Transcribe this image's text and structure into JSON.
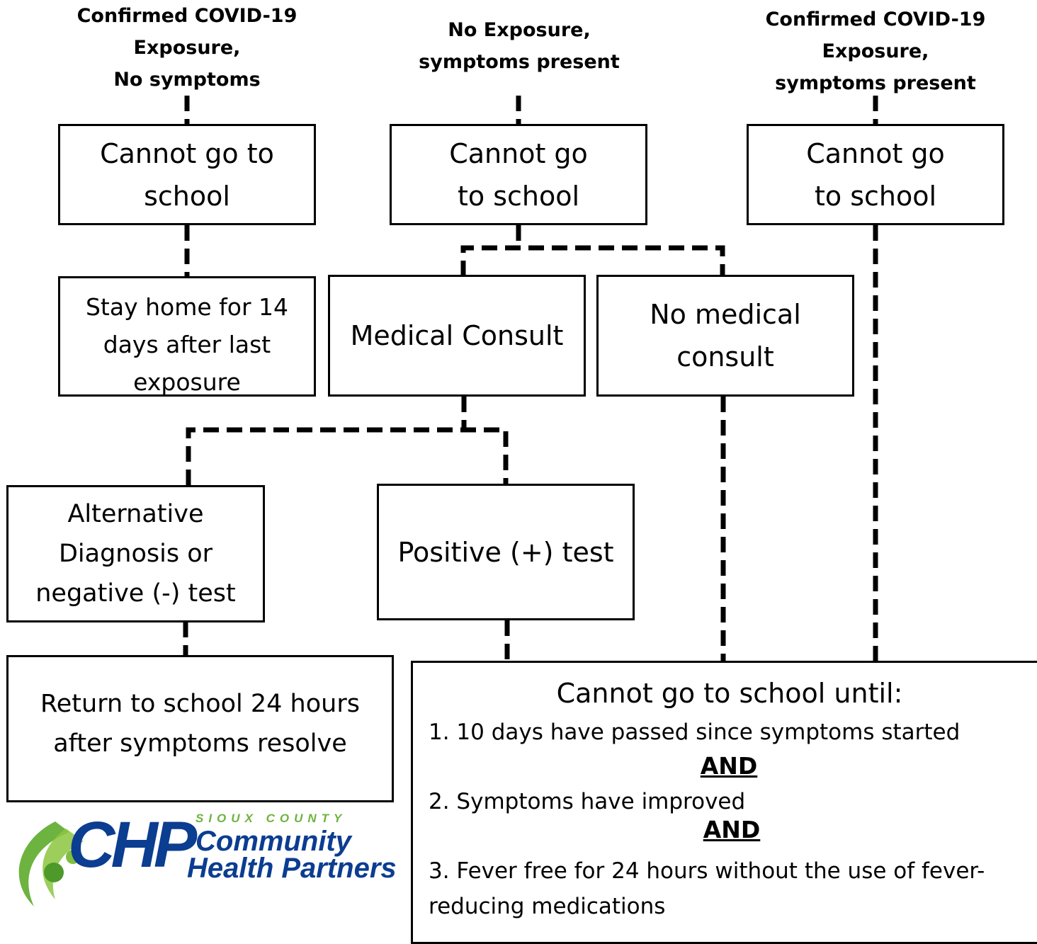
{
  "headers": {
    "left": "Confirmed COVID-19\nExposure,\nNo symptoms",
    "middle": "No Exposure,\nsymptoms present",
    "right": "Confirmed COVID-19\nExposure,\nsymptoms present"
  },
  "boxes": {
    "cannot_left": "Cannot go to\nschool",
    "cannot_middle": "Cannot go\nto school",
    "cannot_right": "Cannot go\nto school",
    "stay_home": "Stay home for 14\ndays after last\nexposure",
    "medical_consult": "Medical Consult",
    "no_medical": "No medical\nconsult",
    "alternative": "Alternative\nDiagnosis or\nnegative (-) test",
    "positive": "Positive (+) test",
    "return_school": "Return to school 24 hours\nafter symptoms resolve"
  },
  "final": {
    "title": "Cannot go to school until:",
    "item1": "1. 10 days have passed since symptoms started",
    "and1": "AND",
    "item2": "2. Symptoms have improved",
    "and2": "AND",
    "item3a": "3. Fever free for 24 hours without the use of fever-",
    "item3b": "reducing medications"
  },
  "logo": {
    "initials": "CHP",
    "county": "SIOUX COUNTY",
    "line1": "Community",
    "line2": "Health Partners",
    "colors": {
      "green": "#6db33f",
      "blue": "#0b3d91"
    }
  }
}
